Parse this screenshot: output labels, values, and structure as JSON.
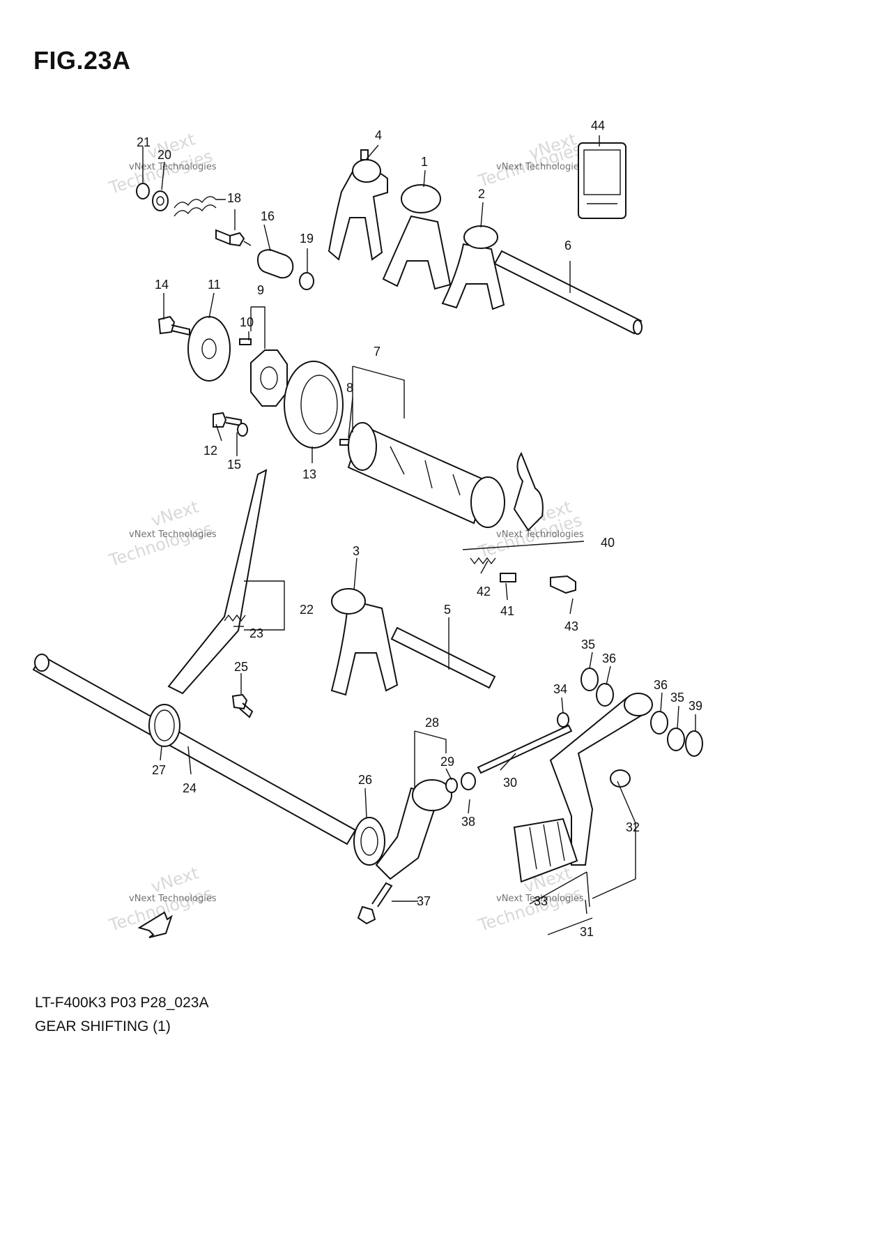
{
  "figure": {
    "title": "FIG.23A",
    "code": "LT-F400K3 P03 P28_023A",
    "caption": "GEAR SHIFTING (1)"
  },
  "part_numbers": [
    "1",
    "2",
    "3",
    "4",
    "5",
    "6",
    "7",
    "8",
    "9",
    "10",
    "11",
    "12",
    "13",
    "14",
    "15",
    "16",
    "18",
    "19",
    "20",
    "21",
    "22",
    "23",
    "24",
    "25",
    "26",
    "27",
    "28",
    "29",
    "30",
    "31",
    "32",
    "33",
    "34",
    "35",
    "36",
    "37",
    "38",
    "39",
    "40",
    "41",
    "42",
    "43",
    "44"
  ],
  "watermark": {
    "small": "vNext Technologies",
    "large": "Technologies",
    "top": "vNext"
  },
  "colors": {
    "ink": "#111111",
    "background": "#ffffff",
    "watermark": "#cccccc"
  }
}
